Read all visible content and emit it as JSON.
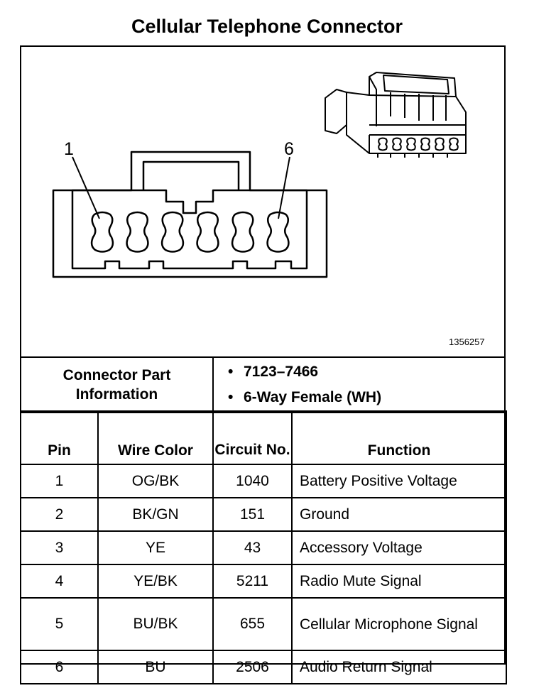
{
  "title": "Cellular Telephone Connector",
  "figure_id": "1356257",
  "diagram": {
    "pin_label_first": "1",
    "pin_label_last": "6",
    "pin_count": 6
  },
  "connector_info": {
    "label": "Connector Part Information",
    "items": [
      "7123–7466",
      "6-Way Female (WH)"
    ]
  },
  "table": {
    "headers": {
      "pin": "Pin",
      "wire_color": "Wire Color",
      "circuit_no": "Circuit No.",
      "function": "Function"
    },
    "rows": [
      {
        "pin": "1",
        "wire_color": "OG/BK",
        "circuit": "1040",
        "function": "Battery Positive Voltage"
      },
      {
        "pin": "2",
        "wire_color": "BK/GN",
        "circuit": "151",
        "function": "Ground"
      },
      {
        "pin": "3",
        "wire_color": "YE",
        "circuit": "43",
        "function": "Accessory Voltage"
      },
      {
        "pin": "4",
        "wire_color": "YE/BK",
        "circuit": "5211",
        "function": "Radio Mute Signal"
      },
      {
        "pin": "5",
        "wire_color": "BU/BK",
        "circuit": "655",
        "function": "Cellular Microphone Signal"
      },
      {
        "pin": "6",
        "wire_color": "BU",
        "circuit": "2506",
        "function": "Audio Return Signal"
      }
    ]
  }
}
